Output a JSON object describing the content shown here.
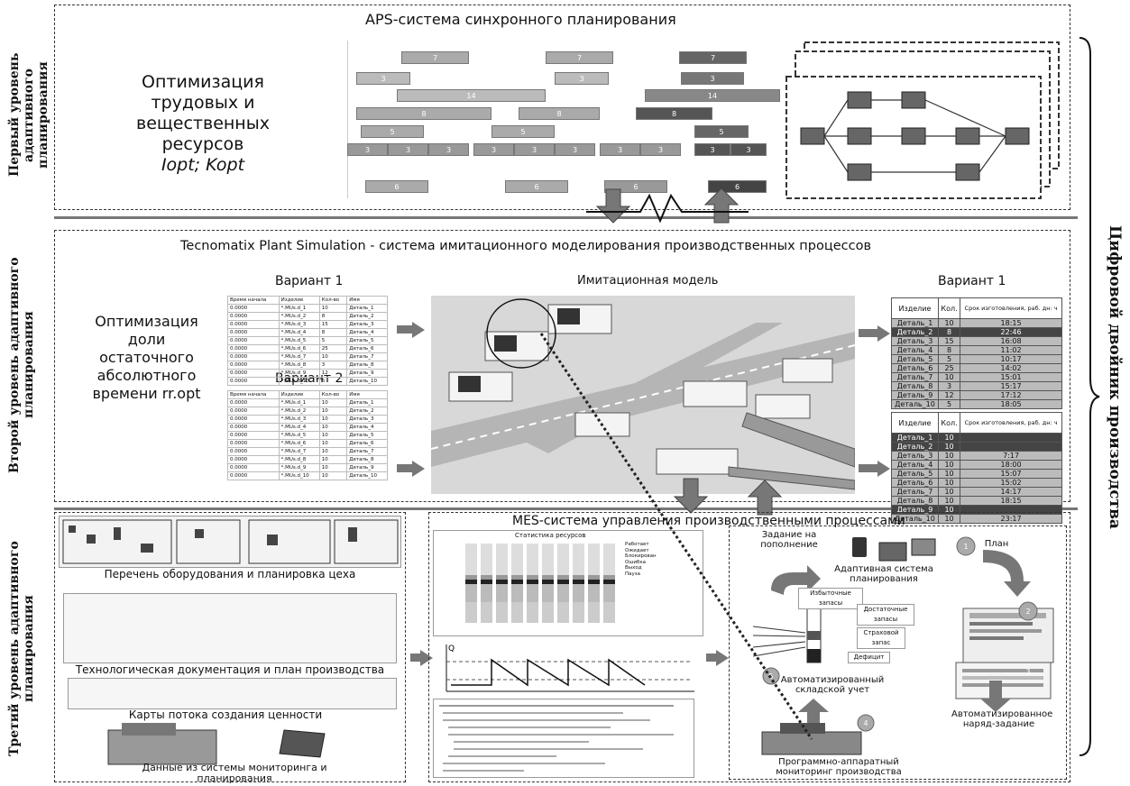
{
  "levels": {
    "first": "Первый уровень адаптивного планирования",
    "second": "Второй уровень адаптивного планирования",
    "third": "Третий уровень адаптивного планирования",
    "twin": "Цифровой двойник производства"
  },
  "top": {
    "title": "APS-система синхронного планирования",
    "label_lines": [
      "Оптимизация",
      "трудовых и",
      "вещественных",
      "ресурсов"
    ],
    "formula": "Iopt; Kopt",
    "gantt_rows": [
      [
        "7",
        "7",
        "7"
      ],
      [
        "3",
        "3",
        "3"
      ],
      [
        "14",
        "14"
      ],
      [
        "8",
        "8",
        "8"
      ],
      [
        "5",
        "5",
        "5"
      ],
      [
        "3",
        "3",
        "3",
        "3",
        "3",
        "3",
        "3",
        "3",
        "3",
        "3"
      ],
      [
        "6",
        "6",
        "6",
        "6"
      ]
    ]
  },
  "middle": {
    "title": "Tecnomatix Plant Simulation - система имитационного моделирования производственных процессов",
    "variant1": "Вариант 1",
    "variant2": "Вариант 2",
    "model_title": "Имитационная модель",
    "label_lines": [
      "Оптимизация",
      "доли",
      "остаточного",
      "абсолютного",
      "времени rr.opt"
    ],
    "input_headers": [
      "Время начала",
      "Изделие",
      "Кол-во",
      "Имя"
    ],
    "input1": [
      [
        "0.0000",
        "*.МUs.d_1",
        "10",
        "Деталь_1"
      ],
      [
        "0.0000",
        "*.МUs.d_2",
        "8",
        "Деталь_2"
      ],
      [
        "0.0000",
        "*.МUs.d_3",
        "15",
        "Деталь_3"
      ],
      [
        "0.0000",
        "*.МUs.d_4",
        "8",
        "Деталь_4"
      ],
      [
        "0.0000",
        "*.МUs.d_5",
        "5",
        "Деталь_5"
      ],
      [
        "0.0000",
        "*.МUs.d_6",
        "25",
        "Деталь_6"
      ],
      [
        "0.0000",
        "*.МUs.d_7",
        "10",
        "Деталь_7"
      ],
      [
        "0.0000",
        "*.МUs.d_8",
        "3",
        "Деталь_8"
      ],
      [
        "0.0000",
        "*.МUs.d_9",
        "12",
        "Деталь_9"
      ],
      [
        "0.0000",
        "*.МUs.d_10",
        "5",
        "Деталь_10"
      ]
    ],
    "input2": [
      [
        "0.0000",
        "*.МUs.d_1",
        "10",
        "Деталь_1"
      ],
      [
        "0.0000",
        "*.МUs.d_2",
        "10",
        "Деталь_2"
      ],
      [
        "0.0000",
        "*.МUs.d_3",
        "10",
        "Деталь_3"
      ],
      [
        "0.0000",
        "*.МUs.d_4",
        "10",
        "Деталь_4"
      ],
      [
        "0.0000",
        "*.МUs.d_5",
        "10",
        "Деталь_5"
      ],
      [
        "0.0000",
        "*.МUs.d_6",
        "10",
        "Деталь_6"
      ],
      [
        "0.0000",
        "*.МUs.d_7",
        "10",
        "Деталь_7"
      ],
      [
        "0.0000",
        "*.МUs.d_8",
        "10",
        "Деталь_8"
      ],
      [
        "0.0000",
        "*.МUs.d_9",
        "10",
        "Деталь_9"
      ],
      [
        "0.0000",
        "*.МUs.d_10",
        "10",
        "Деталь_10"
      ]
    ],
    "result_headers": [
      "Изделие",
      "Кол.",
      "Срок изготовления, раб. дн: ч"
    ],
    "result1": [
      [
        "Деталь_1",
        "10",
        "18:15"
      ],
      [
        "Деталь_2",
        "8",
        "22:46"
      ],
      [
        "Деталь_3",
        "15",
        "16:08"
      ],
      [
        "Деталь_4",
        "8",
        "11:02"
      ],
      [
        "Деталь_5",
        "5",
        "10:17"
      ],
      [
        "Деталь_6",
        "25",
        "14:02"
      ],
      [
        "Деталь_7",
        "10",
        "15:01"
      ],
      [
        "Деталь_8",
        "3",
        "15:17"
      ],
      [
        "Деталь_9",
        "12",
        "17:12"
      ],
      [
        "Деталь_10",
        "5",
        "18:05"
      ]
    ],
    "result2": [
      [
        "Деталь_1",
        "10",
        ""
      ],
      [
        "Деталь_2",
        "10",
        ""
      ],
      [
        "Деталь_3",
        "10",
        "7:17"
      ],
      [
        "Деталь_4",
        "10",
        "18:00"
      ],
      [
        "Деталь_5",
        "10",
        "15:07"
      ],
      [
        "Деталь_6",
        "10",
        "15:02"
      ],
      [
        "Деталь_7",
        "10",
        "14:17"
      ],
      [
        "Деталь_8",
        "10",
        "18:15"
      ],
      [
        "Деталь_9",
        "10",
        ""
      ],
      [
        "Деталь_10",
        "10",
        "23:17"
      ]
    ]
  },
  "bottom": {
    "left_captions": [
      "Перечень оборудования и планировка цеха",
      "Технологическая документация и план производства",
      "Карты потока создания ценности",
      "Данные из системы мониторинга и планирования"
    ],
    "mes_title": "MES-система управления производственными процессами",
    "chart_title": "Статистика ресурсов",
    "chart_legend": [
      "Работает",
      "Ожидает",
      "Блокирован",
      "Ошибка",
      "Выход",
      "Пауза"
    ],
    "mes_items": {
      "replenish": "Задание на пополнение",
      "aps": "Адаптивная система планирования",
      "plan": "План",
      "excess": "Избыточные запасы",
      "sufficient": "Достаточные запасы",
      "safety": "Страховой запас",
      "deficit": "Дефицит",
      "warehouse": "Автоматизированный складской учет",
      "order": "Автоматизированное наряд-задание",
      "monitoring": "Программно-аппаратный мониторинг производства"
    },
    "steps": [
      "1",
      "2",
      "3",
      "4",
      "5"
    ]
  }
}
